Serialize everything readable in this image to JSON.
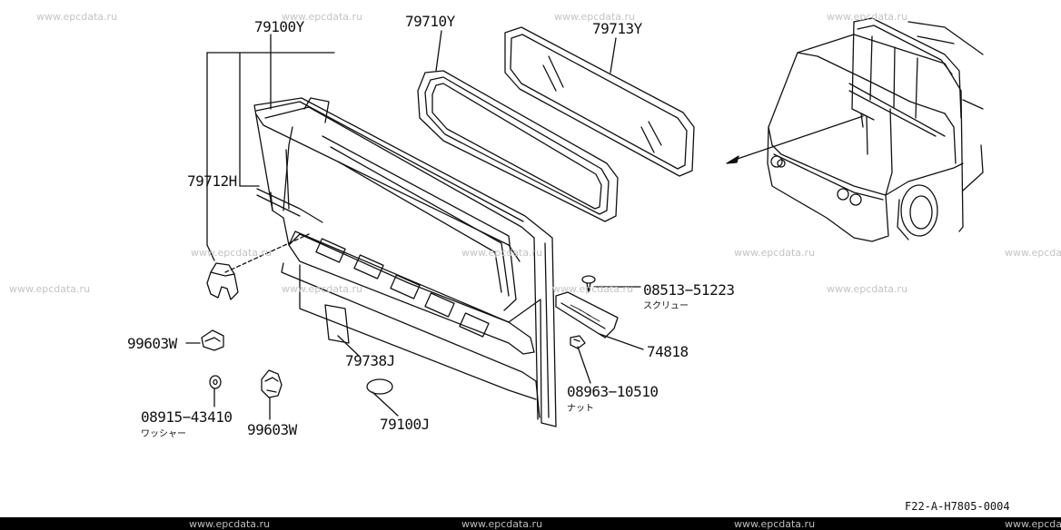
{
  "watermark": "www.epcdata.ru",
  "diagram_code": "F22-A-H7805-0004",
  "parts": {
    "p79100Y": "79100Y",
    "p79710Y": "79710Y",
    "p79713Y": "79713Y",
    "p79712H": "79712H",
    "p08513": "08513−51223",
    "p08513_note": "スクリュー",
    "p74818": "74818",
    "p99603W_a": "99603W",
    "p79738J": "79738J",
    "p08963": "08963−10510",
    "p08963_note": "ナット",
    "p08915": "08915−43410",
    "p08915_note": "ワッシャー",
    "p99603W_b": "99603W",
    "p79100J": "79100J"
  }
}
